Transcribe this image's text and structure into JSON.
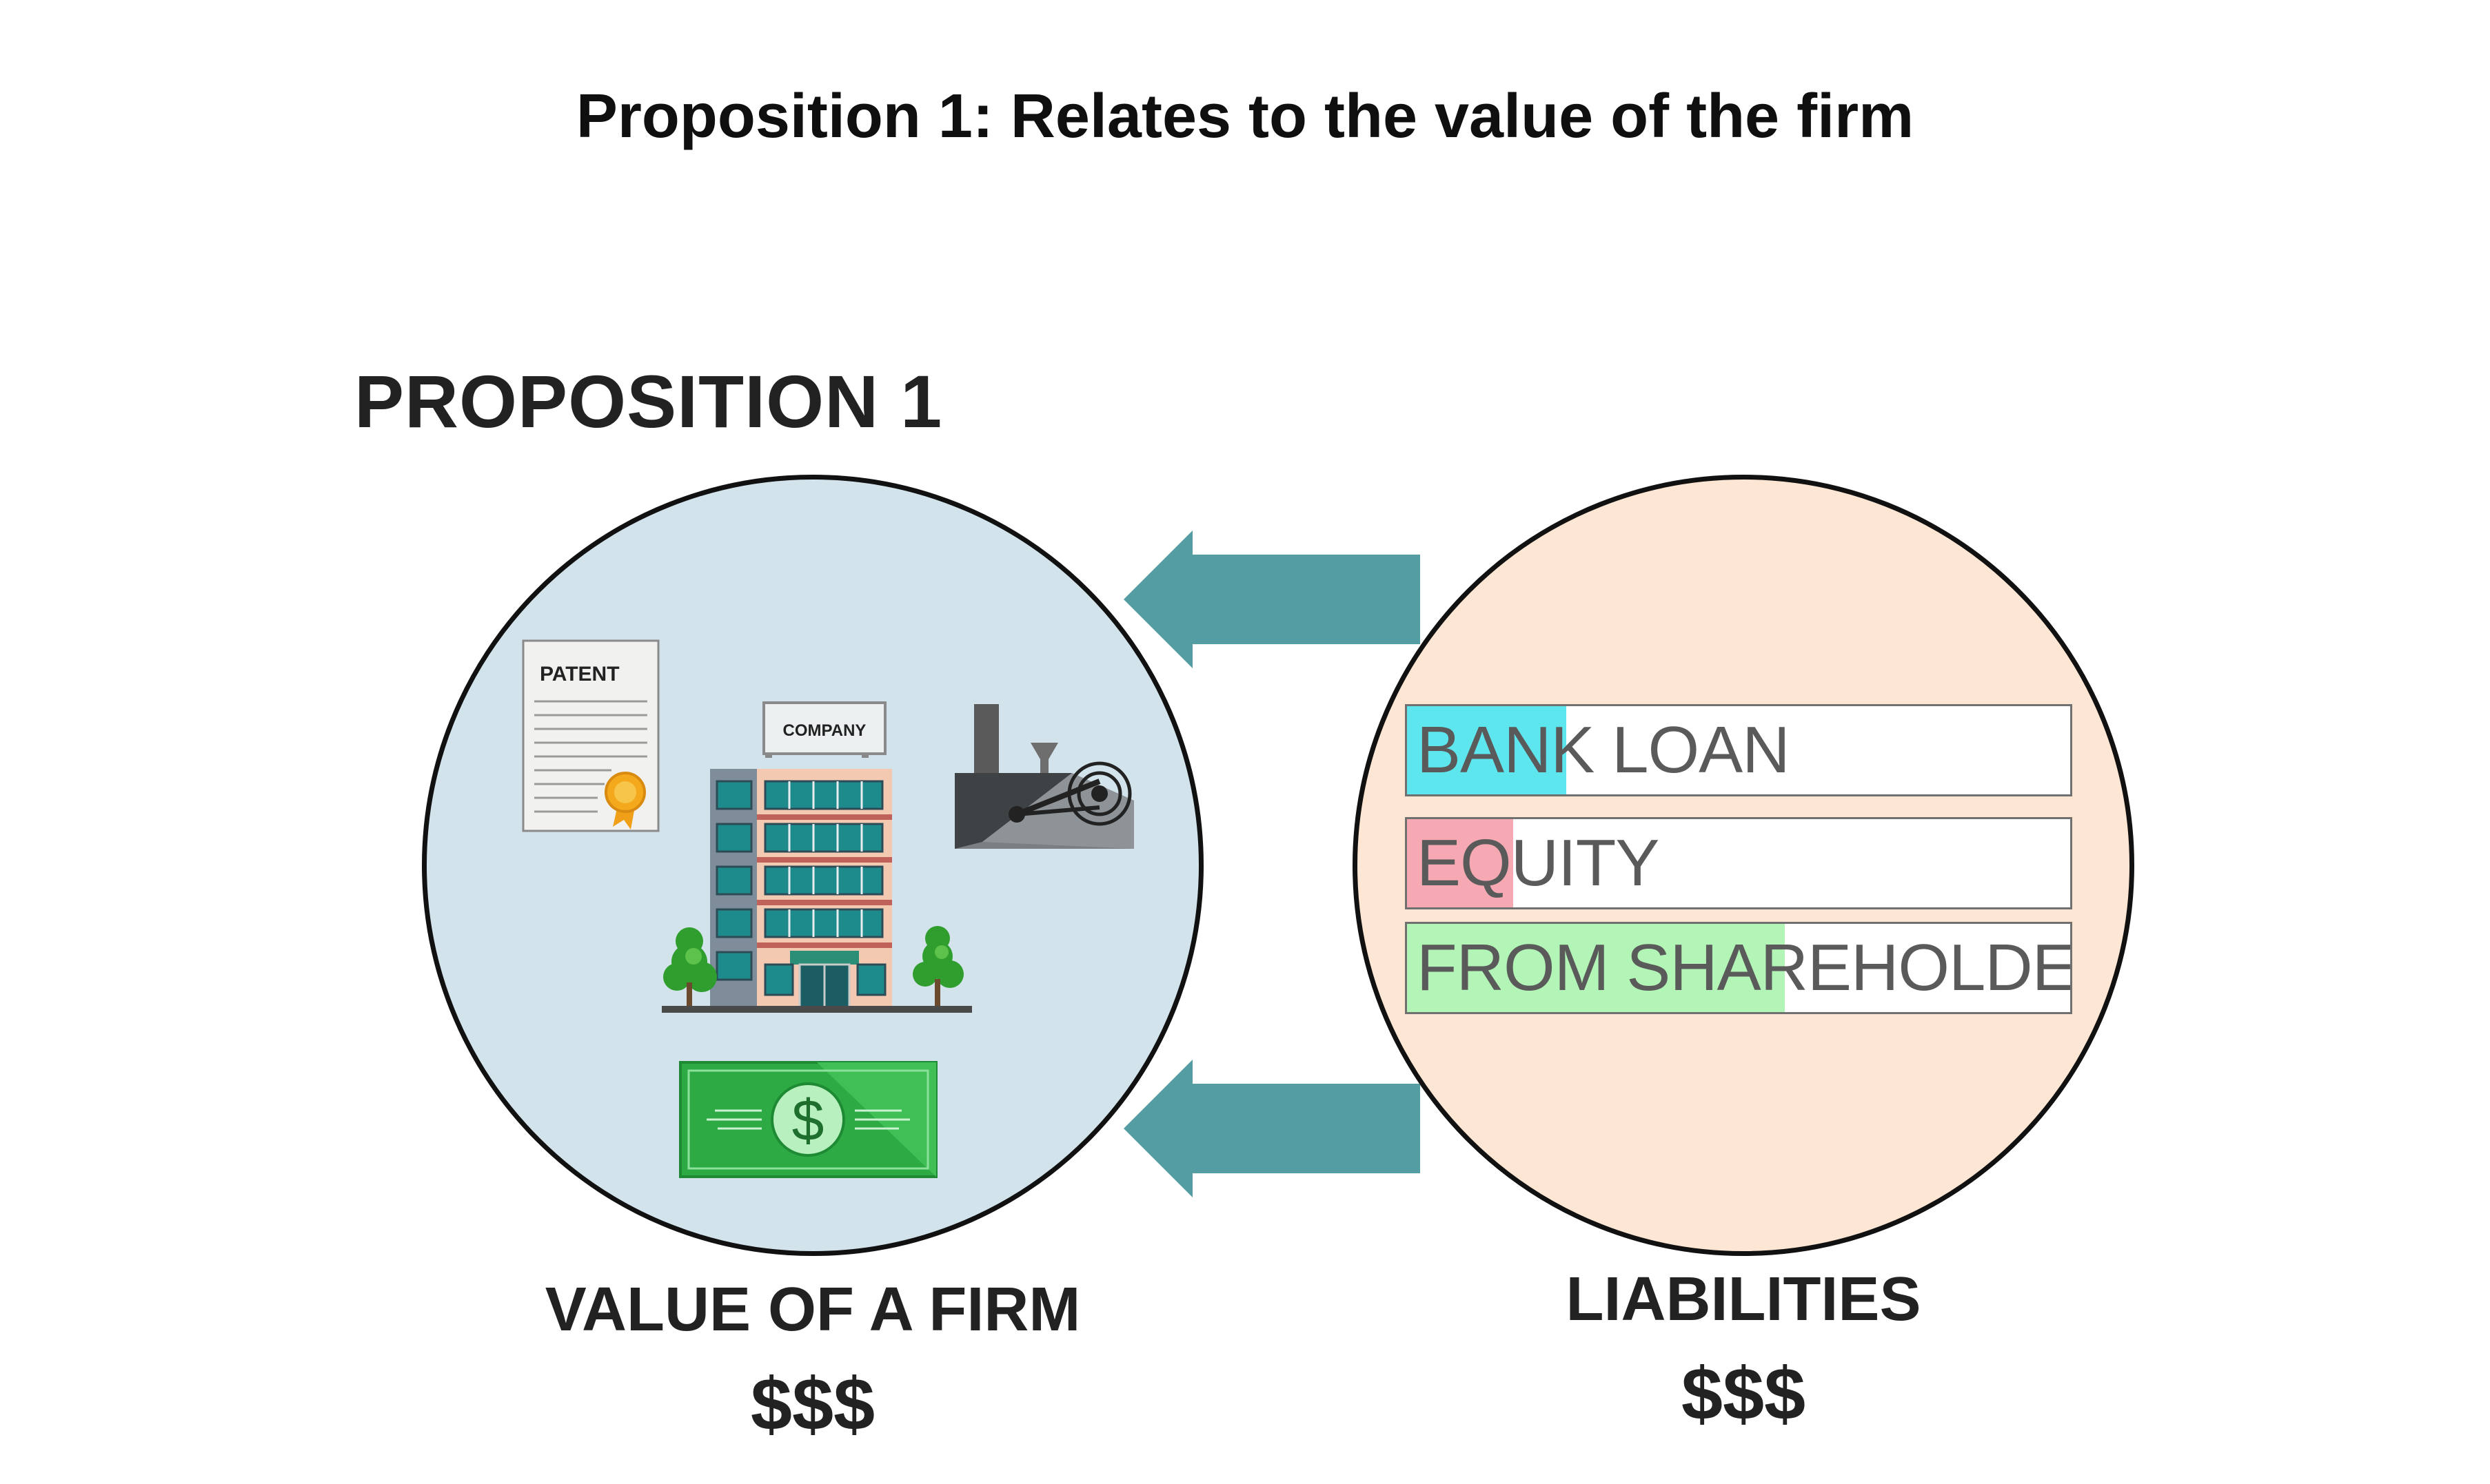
{
  "header": {
    "title": "Proposition 1: Relates to the value of the firm"
  },
  "section": {
    "title": "PROPOSITION 1"
  },
  "assets": {
    "patent_label": "PATENT",
    "company_label": "COMPANY",
    "money_symbol": "$",
    "caption": "VALUE OF A FIRM",
    "value": "$$$",
    "icons": [
      "patent-certificate-icon",
      "company-building-icon",
      "factory-machine-icon",
      "dollar-bill-icon"
    ]
  },
  "liabilities": {
    "caption": "LIABILITIES",
    "value": "$$$",
    "items": [
      {
        "label": "BANK LOAN",
        "fill_fraction": 0.24,
        "color": "#5ee6ee"
      },
      {
        "label": "EQUITY",
        "fill_fraction": 0.16,
        "color": "#f7a9b3"
      },
      {
        "label": "FROM SHAREHOLDER",
        "fill_fraction": 0.57,
        "color": "#b2f5b6"
      }
    ]
  },
  "colors": {
    "left_circle": "#d2e3ec",
    "right_circle": "#fde6d4",
    "arrow": "#549da2",
    "outline": "#111111"
  }
}
